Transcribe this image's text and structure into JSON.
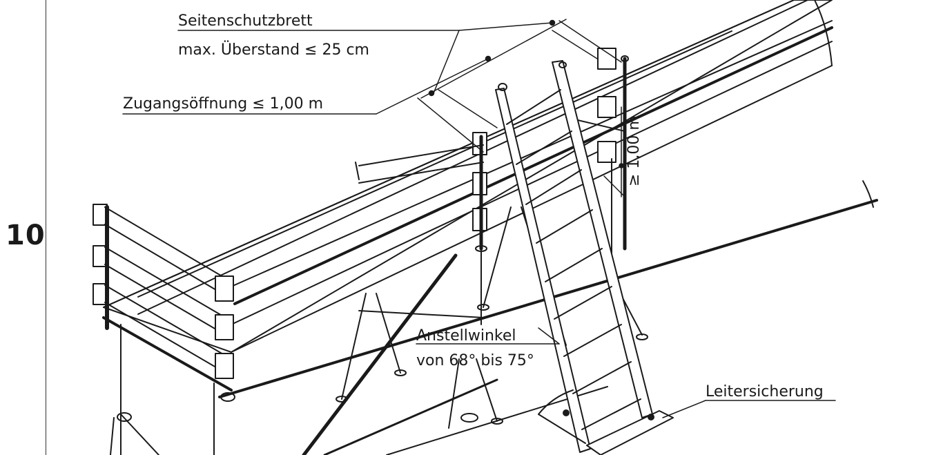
{
  "figure": {
    "number": "10"
  },
  "labels": {
    "side_board_title": "Seitenschutzbrett",
    "side_board_overhang": "max. Überstand ≤ 25 cm",
    "access_opening": "Zugangsöffnung ≤ 1,00 m",
    "height_min": "≥ 1,00 m",
    "angle_title": "Anstellwinkel",
    "angle_range": "von 68° bis 75°",
    "ladder_securing": "Leitersicherung"
  },
  "colors": {
    "line": "#1a1a1a",
    "background": "#ffffff"
  }
}
